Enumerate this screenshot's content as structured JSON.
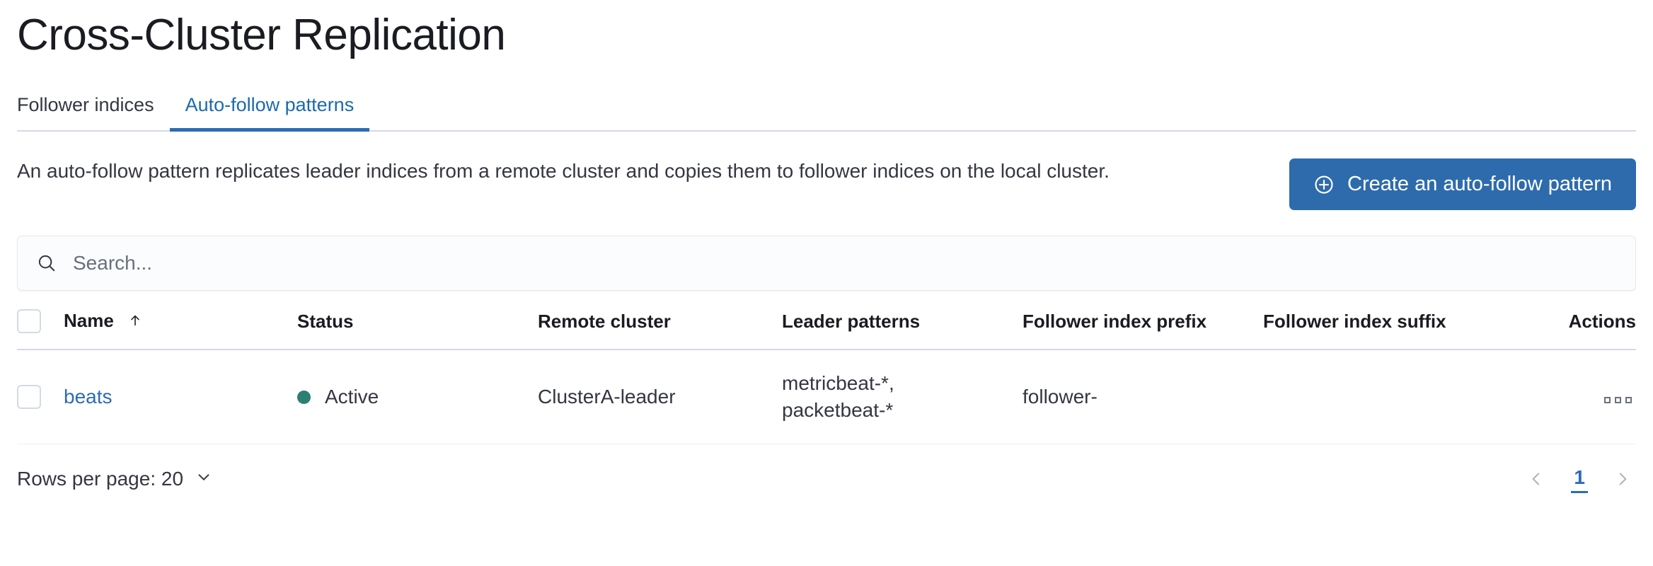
{
  "page": {
    "title": "Cross-Cluster Replication"
  },
  "tabs": [
    {
      "label": "Follower indices",
      "active": false
    },
    {
      "label": "Auto-follow patterns",
      "active": true
    }
  ],
  "intro": {
    "description": "An auto-follow pattern replicates leader indices from a remote cluster and copies them to follower indices on the local cluster.",
    "cta_label": "Create an auto-follow pattern",
    "cta_icon": "plus-circle-icon",
    "cta_color": "#2e6bac"
  },
  "search": {
    "placeholder": "Search...",
    "value": "",
    "icon": "search-icon"
  },
  "table": {
    "columns": [
      {
        "key": "select",
        "label": ""
      },
      {
        "key": "name",
        "label": "Name",
        "sorted": "asc",
        "sort_icon": "arrow-up-icon"
      },
      {
        "key": "status",
        "label": "Status"
      },
      {
        "key": "remote_cluster",
        "label": "Remote cluster"
      },
      {
        "key": "leader_patterns",
        "label": "Leader patterns"
      },
      {
        "key": "follower_index_prefix",
        "label": "Follower index prefix"
      },
      {
        "key": "follower_index_suffix",
        "label": "Follower index suffix"
      },
      {
        "key": "actions",
        "label": "Actions"
      }
    ],
    "rows": [
      {
        "name": "beats",
        "status": "Active",
        "status_color": "#2b7f73",
        "remote_cluster": "ClusterA-leader",
        "leader_patterns_line1": "metricbeat-*,",
        "leader_patterns_line2": "packetbeat-*",
        "follower_index_prefix": "follower-",
        "follower_index_suffix": "",
        "actions_icon": "more-actions-icon"
      }
    ]
  },
  "footer": {
    "rows_per_page_label": "Rows per page: 20",
    "rows_per_page_icon": "chevron-down-icon",
    "prev_icon": "chevron-left-icon",
    "next_icon": "chevron-right-icon",
    "current_page": "1"
  },
  "colors": {
    "accent_blue": "#2d6cb4",
    "link_blue": "#2d6cb4",
    "success_green": "#2b7f73",
    "border": "#d3dae6",
    "text": "#343741"
  }
}
